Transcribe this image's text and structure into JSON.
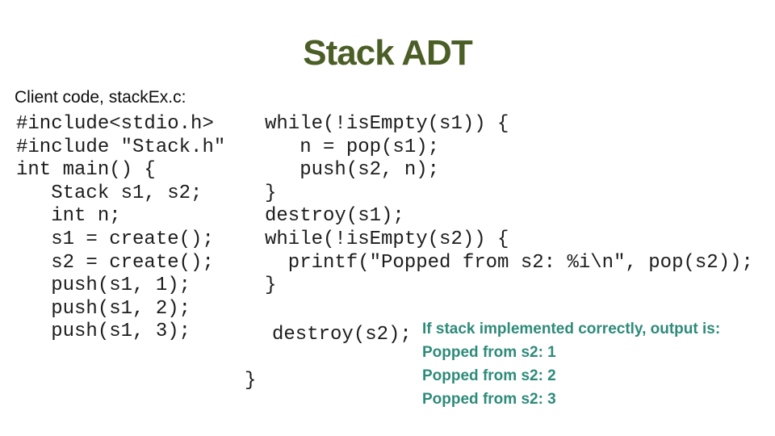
{
  "slide": {
    "title": "Stack ADT",
    "client_heading": "Client code, stackEx.c:",
    "code": {
      "left_block": "#include<stdio.h>\n#include \"Stack.h\"\nint main() {\n   Stack s1, s2;\n   int n;\n   s1 = create();\n   s2 = create();\n   push(s1, 1);\n   push(s1, 2);\n   push(s1, 3);",
      "right_block": "while(!isEmpty(s1)) {\n   n = pop(s1);\n   push(s2, n);\n}\ndestroy(s1);\nwhile(!isEmpty(s2)) {\n  printf(\"Popped from s2: %i\\n\", pop(s2));\n}",
      "destroy_s2_line": "destroy(s2);",
      "closing_brace": "}"
    },
    "output_note": {
      "lines": [
        "If stack implemented correctly, output is:",
        "Popped from s2: 1",
        "Popped from s2: 2",
        "Popped from s2: 3"
      ]
    },
    "colors": {
      "background": "#ffffff",
      "title": "#4a5e26",
      "heading": "#0d0d0d",
      "code": "#1c1c1c",
      "output_note": "#2e8b7a"
    }
  }
}
